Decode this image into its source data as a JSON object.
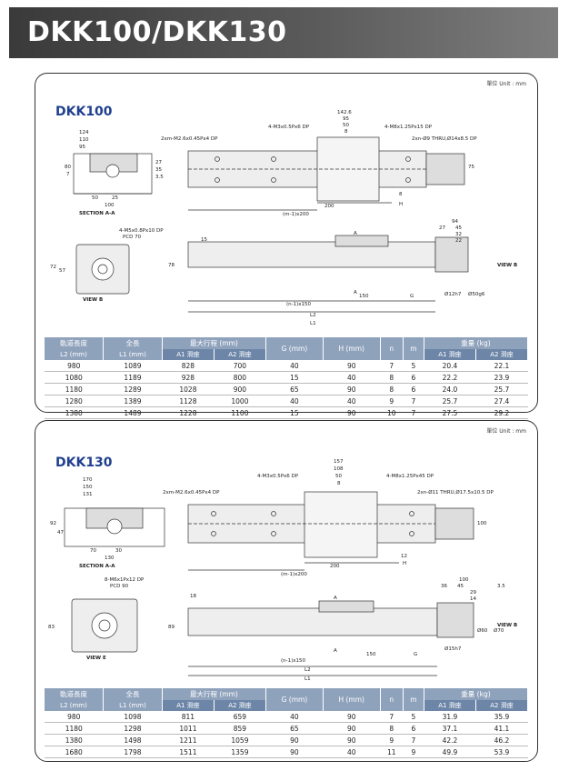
{
  "header": {
    "title": "DKK100/DKK130"
  },
  "panels": [
    {
      "unit": "單位 Unit : mm",
      "model": "DKK100",
      "labels": {
        "section": "SECTION A-A",
        "view": "VIEW B",
        "view_b": "VIEW B",
        "tap1": "2xm-M2.6x0.45Px4 DP",
        "tap2": "4-M3x0.5Px6 DP",
        "tap3": "4-M8x1.25Px15 DP",
        "tap4": "2xn-Ø9 THRU,Ø14x8.5 DP",
        "tap5": "4-M5x0.8Px10 DP",
        "pcd": "PCD 70",
        "pitch_top": "(m-1)x200",
        "pitch_bottom": "(n-1)x150",
        "L1": "L1",
        "L2": "L2",
        "H": "H",
        "G": "G",
        "A": "A",
        "d_200": "200",
        "d_150": "150",
        "d_8": "8",
        "d_15": "15",
        "d_75": "75",
        "d_1426": "142.6",
        "d_95": "95",
        "d_50": "50",
        "d_8b": "8",
        "d_124": "124",
        "d_110": "110",
        "d_95b": "95",
        "d_80": "80",
        "d_7": "7",
        "d_27": "27",
        "d_35": "35",
        "d_35b": "3.5",
        "d_25": "25",
        "d_50b": "50",
        "d_100": "100",
        "d_72": "72",
        "d_57": "57",
        "d_78": "78",
        "d_94": "94",
        "d_27b": "27",
        "d_45": "45",
        "d_32": "32",
        "d_22": "22",
        "d_12": "Ø12h7",
        "d_50g": "Ø50g6"
      },
      "table": {
        "headers": {
          "rail": "軌道長度",
          "rail_sub": "L2 (mm)",
          "total": "全長",
          "total_sub": "L1 (mm)",
          "stroke": "最大行程 (mm)",
          "a1": "A1 滑座",
          "a2": "A2 滑座",
          "g": "G (mm)",
          "h": "H (mm)",
          "n": "n",
          "m": "m",
          "weight": "重量 (kg)",
          "w1": "A1 滑座",
          "w2": "A2 滑座"
        },
        "rows": [
          [
            "980",
            "1089",
            "828",
            "700",
            "40",
            "90",
            "7",
            "5",
            "20.4",
            "22.1"
          ],
          [
            "1080",
            "1189",
            "928",
            "800",
            "15",
            "40",
            "8",
            "6",
            "22.2",
            "23.9"
          ],
          [
            "1180",
            "1289",
            "1028",
            "900",
            "65",
            "90",
            "8",
            "6",
            "24.0",
            "25.7"
          ],
          [
            "1280",
            "1389",
            "1128",
            "1000",
            "40",
            "40",
            "9",
            "7",
            "25.7",
            "27.4"
          ],
          [
            "1380",
            "1489",
            "1228",
            "1100",
            "15",
            "90",
            "10",
            "7",
            "27.5",
            "29.2"
          ]
        ]
      }
    },
    {
      "unit": "單位 Unit : mm",
      "model": "DKK130",
      "labels": {
        "section": "SECTION A-A",
        "view": "VIEW E",
        "view_b": "VIEW B",
        "tap1": "2xm-M2.6x0.45Px4 DP",
        "tap2": "4-M3x0.5Px6 DP",
        "tap3": "4-M8x1.25Px45 DP",
        "tap4": "2xn-Ø11 THRU,Ø17.5x10.5 DP",
        "tap5": "8-M6x1Px12 DP",
        "pcd": "PCD 90",
        "pitch_top": "(m-1)x200",
        "pitch_bottom": "(n-1)x150",
        "L1": "L1",
        "L2": "L2",
        "H": "H",
        "G": "G",
        "A": "A",
        "d_200": "200",
        "d_150": "150",
        "d_12": "12",
        "d_18": "18",
        "d_100": "100",
        "d_157": "157",
        "d_108": "108",
        "d_50": "50",
        "d_8": "8",
        "d_170": "170",
        "d_150b": "150",
        "d_131": "131",
        "d_92": "92",
        "d_47": "47",
        "d_70": "70",
        "d_30": "30",
        "d_130": "130",
        "d_83": "83",
        "d_89": "89",
        "d_100b": "100",
        "d_36": "36",
        "d_45": "45",
        "d_35": "3.5",
        "d_29": "29",
        "d_14": "14",
        "d_15": "Ø15h7",
        "d_60": "Ø60",
        "d_70g": "Ø70"
      },
      "table": {
        "headers": {
          "rail": "軌道長度",
          "rail_sub": "L2 (mm)",
          "total": "全長",
          "total_sub": "L1 (mm)",
          "stroke": "最大行程 (mm)",
          "a1": "A1 滑座",
          "a2": "A2 滑座",
          "g": "G (mm)",
          "h": "H (mm)",
          "n": "n",
          "m": "m",
          "weight": "重量 (kg)",
          "w1": "A1 滑座",
          "w2": "A2 滑座"
        },
        "rows": [
          [
            "980",
            "1098",
            "811",
            "659",
            "40",
            "90",
            "7",
            "5",
            "31.9",
            "35.9"
          ],
          [
            "1180",
            "1298",
            "1011",
            "859",
            "65",
            "90",
            "8",
            "6",
            "37.1",
            "41.1"
          ],
          [
            "1380",
            "1498",
            "1211",
            "1059",
            "90",
            "90",
            "9",
            "7",
            "42.2",
            "46.2"
          ],
          [
            "1680",
            "1798",
            "1511",
            "1359",
            "90",
            "40",
            "11",
            "9",
            "49.9",
            "53.9"
          ]
        ]
      }
    }
  ]
}
